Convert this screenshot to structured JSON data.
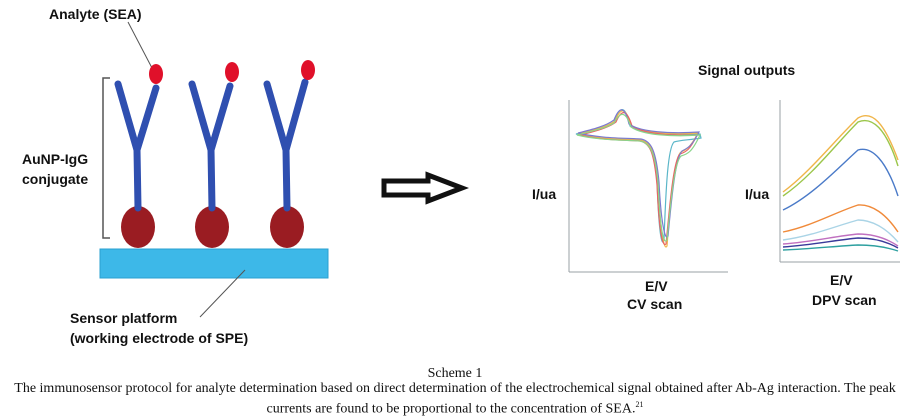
{
  "labels": {
    "analyte": "Analyte (SEA)",
    "conjugate_line1": "AuNP-IgG",
    "conjugate_line2": "conjugate",
    "platform_line1": "Sensor platform",
    "platform_line2": "(working electrode of SPE)",
    "signal_outputs": "Signal outputs"
  },
  "cv_panel": {
    "ylabel": "I/ua",
    "xlabel": "E/V",
    "title": "CV scan"
  },
  "dpv_panel": {
    "ylabel": "I/ua",
    "xlabel": "E/V",
    "title": "DPV scan"
  },
  "caption": {
    "title": "Scheme 1",
    "text": "The immunosensor protocol for analyte determination based on direct determination of the electrochemical signal obtained after Ab-Ag interaction. The peak currents are found to be proportional to the concentration of SEA.",
    "ref": "21"
  },
  "colors": {
    "antibody": "#2f4fb0",
    "analyte": "#e0102a",
    "nanoparticle": "#9a1c22",
    "platform": "#3db8e8"
  }
}
